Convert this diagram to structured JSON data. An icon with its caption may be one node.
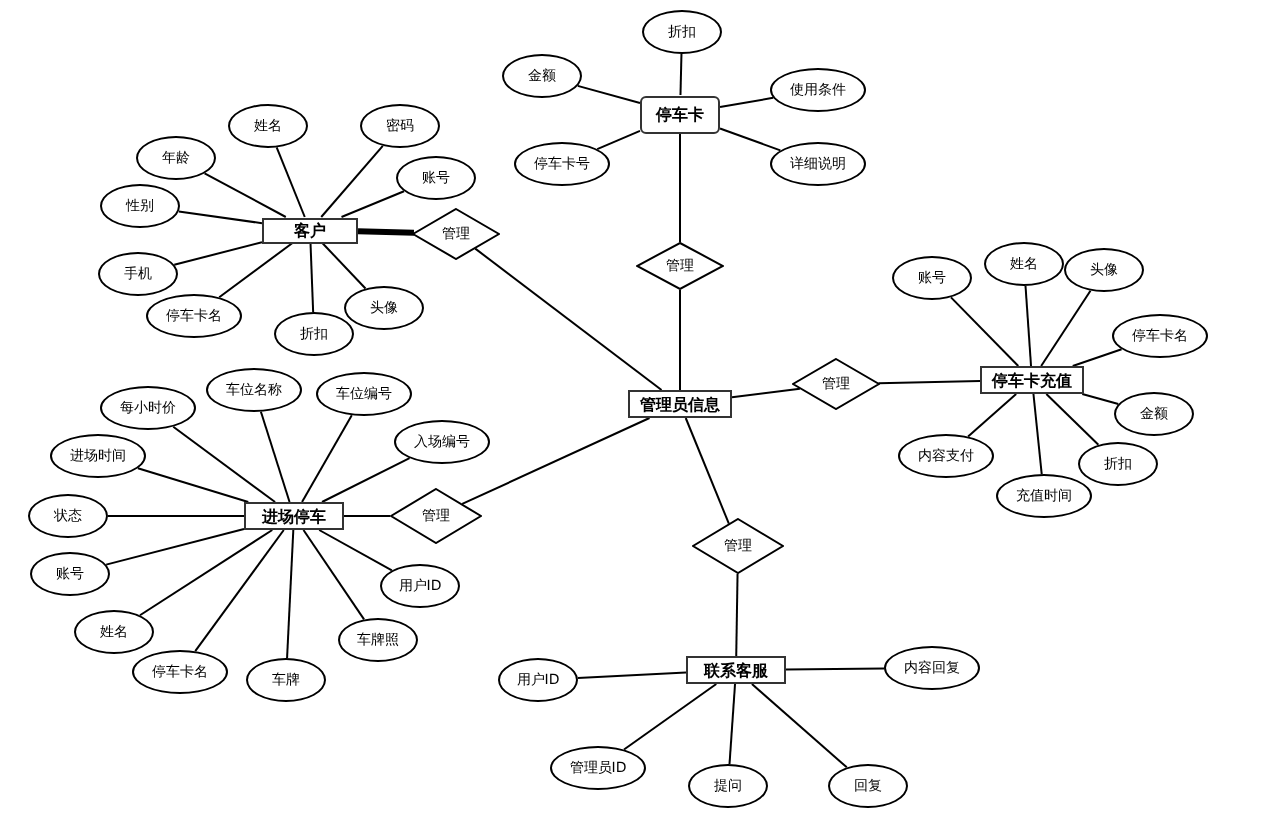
{
  "diagram": {
    "nodes": [
      {
        "text": [
          "管理员信息"
        ]
      },
      {
        "text": [
          "停车卡"
        ]
      },
      {
        "text": [
          "管理"
        ]
      },
      {
        "text": [
          "客户"
        ]
      },
      {
        "text": [
          "管理"
        ]
      },
      {
        "text": [
          "停车卡充值"
        ]
      },
      {
        "text": [
          "管理"
        ]
      },
      {
        "text": [
          "进场停车"
        ]
      },
      {
        "text": [
          "管理"
        ]
      },
      {
        "text": [
          "联系客服"
        ]
      },
      {
        "text": [
          "管理"
        ]
      },
      {
        "text": [
          "年龄"
        ]
      },
      {
        "text": [
          "姓名"
        ]
      },
      {
        "text": [
          "密码"
        ]
      },
      {
        "text": [
          "账号"
        ]
      },
      {
        "text": [
          "性别"
        ]
      },
      {
        "text": [
          "手机"
        ]
      },
      {
        "text": [
          "停车卡名"
        ]
      },
      {
        "text": [
          "折扣"
        ]
      },
      {
        "text": [
          "头像"
        ]
      },
      {
        "text": [
          "折扣"
        ]
      },
      {
        "text": [
          "金额"
        ]
      },
      {
        "text": [
          "使用条件"
        ]
      },
      {
        "text": [
          "停车卡号"
        ]
      },
      {
        "text": [
          "详细说明"
        ]
      },
      {
        "text": [
          "账号"
        ]
      },
      {
        "text": [
          "姓名"
        ]
      },
      {
        "text": [
          "头像"
        ]
      },
      {
        "text": [
          "停车卡名"
        ]
      },
      {
        "text": [
          "金额"
        ]
      },
      {
        "text": [
          "折扣"
        ]
      },
      {
        "text": [
          "充值时间"
        ]
      },
      {
        "text": [
          "内容支付"
        ]
      },
      {
        "text": [
          "每小时价"
        ]
      },
      {
        "text": [
          "车位名称"
        ]
      },
      {
        "text": [
          "车位编号"
        ]
      },
      {
        "text": [
          "入场编号"
        ]
      },
      {
        "text": [
          "进场时间"
        ]
      },
      {
        "text": [
          "状态"
        ]
      },
      {
        "text": [
          "账号"
        ]
      },
      {
        "text": [
          "姓名"
        ]
      },
      {
        "text": [
          "停车卡名"
        ]
      },
      {
        "text": [
          "车牌"
        ]
      },
      {
        "text": [
          "车牌照"
        ]
      },
      {
        "text": [
          "用户ID"
        ]
      },
      {
        "text": [
          "用户ID"
        ]
      },
      {
        "text": [
          "内容回复"
        ]
      },
      {
        "text": [
          "管理员ID"
        ]
      },
      {
        "text": [
          "提问"
        ]
      },
      {
        "text": [
          "回复"
        ]
      }
    ],
    "edges": [
      {
        "from": 3,
        "to": 4,
        "arrow": "none",
        "style": "thick"
      },
      {
        "from": 4,
        "to": 0,
        "arrow": "none"
      },
      {
        "from": 1,
        "to": 2,
        "arrow": "none"
      },
      {
        "from": 2,
        "to": 0,
        "arrow": "none"
      },
      {
        "from": 0,
        "to": 6,
        "arrow": "none"
      },
      {
        "from": 6,
        "to": 5,
        "arrow": "none"
      },
      {
        "from": 7,
        "to": 8,
        "arrow": "none"
      },
      {
        "from": 8,
        "to": 0,
        "arrow": "none"
      },
      {
        "from": 0,
        "to": 10,
        "arrow": "none"
      },
      {
        "from": 10,
        "to": 9,
        "arrow": "none"
      },
      {
        "from": 11,
        "to": 3,
        "arrow": "none"
      },
      {
        "from": 12,
        "to": 3,
        "arrow": "none"
      },
      {
        "from": 13,
        "to": 3,
        "arrow": "none"
      },
      {
        "from": 14,
        "to": 3,
        "arrow": "none"
      },
      {
        "from": 15,
        "to": 3,
        "arrow": "none"
      },
      {
        "from": 16,
        "to": 3,
        "arrow": "none"
      },
      {
        "from": 17,
        "to": 3,
        "arrow": "none"
      },
      {
        "from": 18,
        "to": 3,
        "arrow": "none"
      },
      {
        "from": 19,
        "to": 3,
        "arrow": "none"
      },
      {
        "from": 20,
        "to": 1,
        "arrow": "none"
      },
      {
        "from": 21,
        "to": 1,
        "arrow": "none"
      },
      {
        "from": 22,
        "to": 1,
        "arrow": "none"
      },
      {
        "from": 23,
        "to": 1,
        "arrow": "none"
      },
      {
        "from": 24,
        "to": 1,
        "arrow": "none"
      },
      {
        "from": 25,
        "to": 5,
        "arrow": "none"
      },
      {
        "from": 26,
        "to": 5,
        "arrow": "none"
      },
      {
        "from": 27,
        "to": 5,
        "arrow": "none"
      },
      {
        "from": 28,
        "to": 5,
        "arrow": "none"
      },
      {
        "from": 29,
        "to": 5,
        "arrow": "none"
      },
      {
        "from": 30,
        "to": 5,
        "arrow": "none"
      },
      {
        "from": 31,
        "to": 5,
        "arrow": "none"
      },
      {
        "from": 32,
        "to": 5,
        "arrow": "none"
      },
      {
        "from": 33,
        "to": 7,
        "arrow": "none"
      },
      {
        "from": 34,
        "to": 7,
        "arrow": "none"
      },
      {
        "from": 35,
        "to": 7,
        "arrow": "none"
      },
      {
        "from": 36,
        "to": 7,
        "arrow": "none"
      },
      {
        "from": 37,
        "to": 7,
        "arrow": "none"
      },
      {
        "from": 38,
        "to": 7,
        "arrow": "none"
      },
      {
        "from": 39,
        "to": 7,
        "arrow": "none"
      },
      {
        "from": 40,
        "to": 7,
        "arrow": "none"
      },
      {
        "from": 41,
        "to": 7,
        "arrow": "none"
      },
      {
        "from": 42,
        "to": 7,
        "arrow": "none"
      },
      {
        "from": 43,
        "to": 7,
        "arrow": "none"
      },
      {
        "from": 44,
        "to": 7,
        "arrow": "none"
      },
      {
        "from": 45,
        "to": 9,
        "arrow": "none"
      },
      {
        "from": 46,
        "to": 9,
        "arrow": "none"
      },
      {
        "from": 47,
        "to": 9,
        "arrow": "none"
      },
      {
        "from": 48,
        "to": 9,
        "arrow": "none"
      },
      {
        "from": 49,
        "to": 9,
        "arrow": "none"
      }
    ]
  }
}
